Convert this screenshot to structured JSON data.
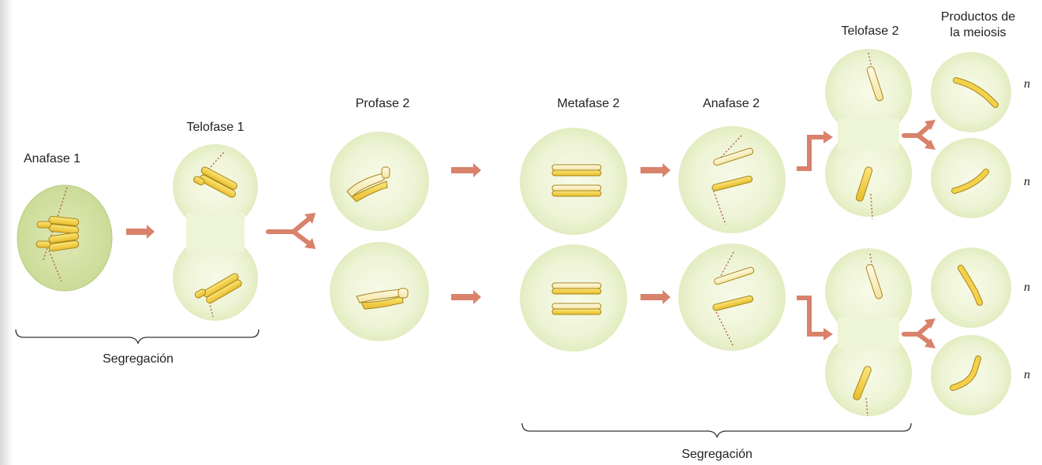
{
  "stages": {
    "anafase1": "Anafase 1",
    "telofase1": "Telofase 1",
    "profase2": "Profase 2",
    "metafase2": "Metafase 2",
    "anafase2": "Anafase 2",
    "telofase2": "Telofase 2",
    "productos_line1": "Productos de",
    "productos_line2": "la meiosis"
  },
  "brackets": {
    "first": "Segregación",
    "second": "Segregación"
  },
  "ploidy": [
    "n",
    "n",
    "n",
    "n"
  ],
  "colors": {
    "cell_fill": "#eef4d6",
    "cell_edge": "#dbe8b4",
    "anaphase1_cell": "#d4e2a4",
    "chromosome_yellow": "#f3d24a",
    "chromosome_light": "#fbf0c2",
    "chromosome_outline": "#a8851c",
    "arrow": "#d9826b",
    "spindle": "#b0624a"
  }
}
